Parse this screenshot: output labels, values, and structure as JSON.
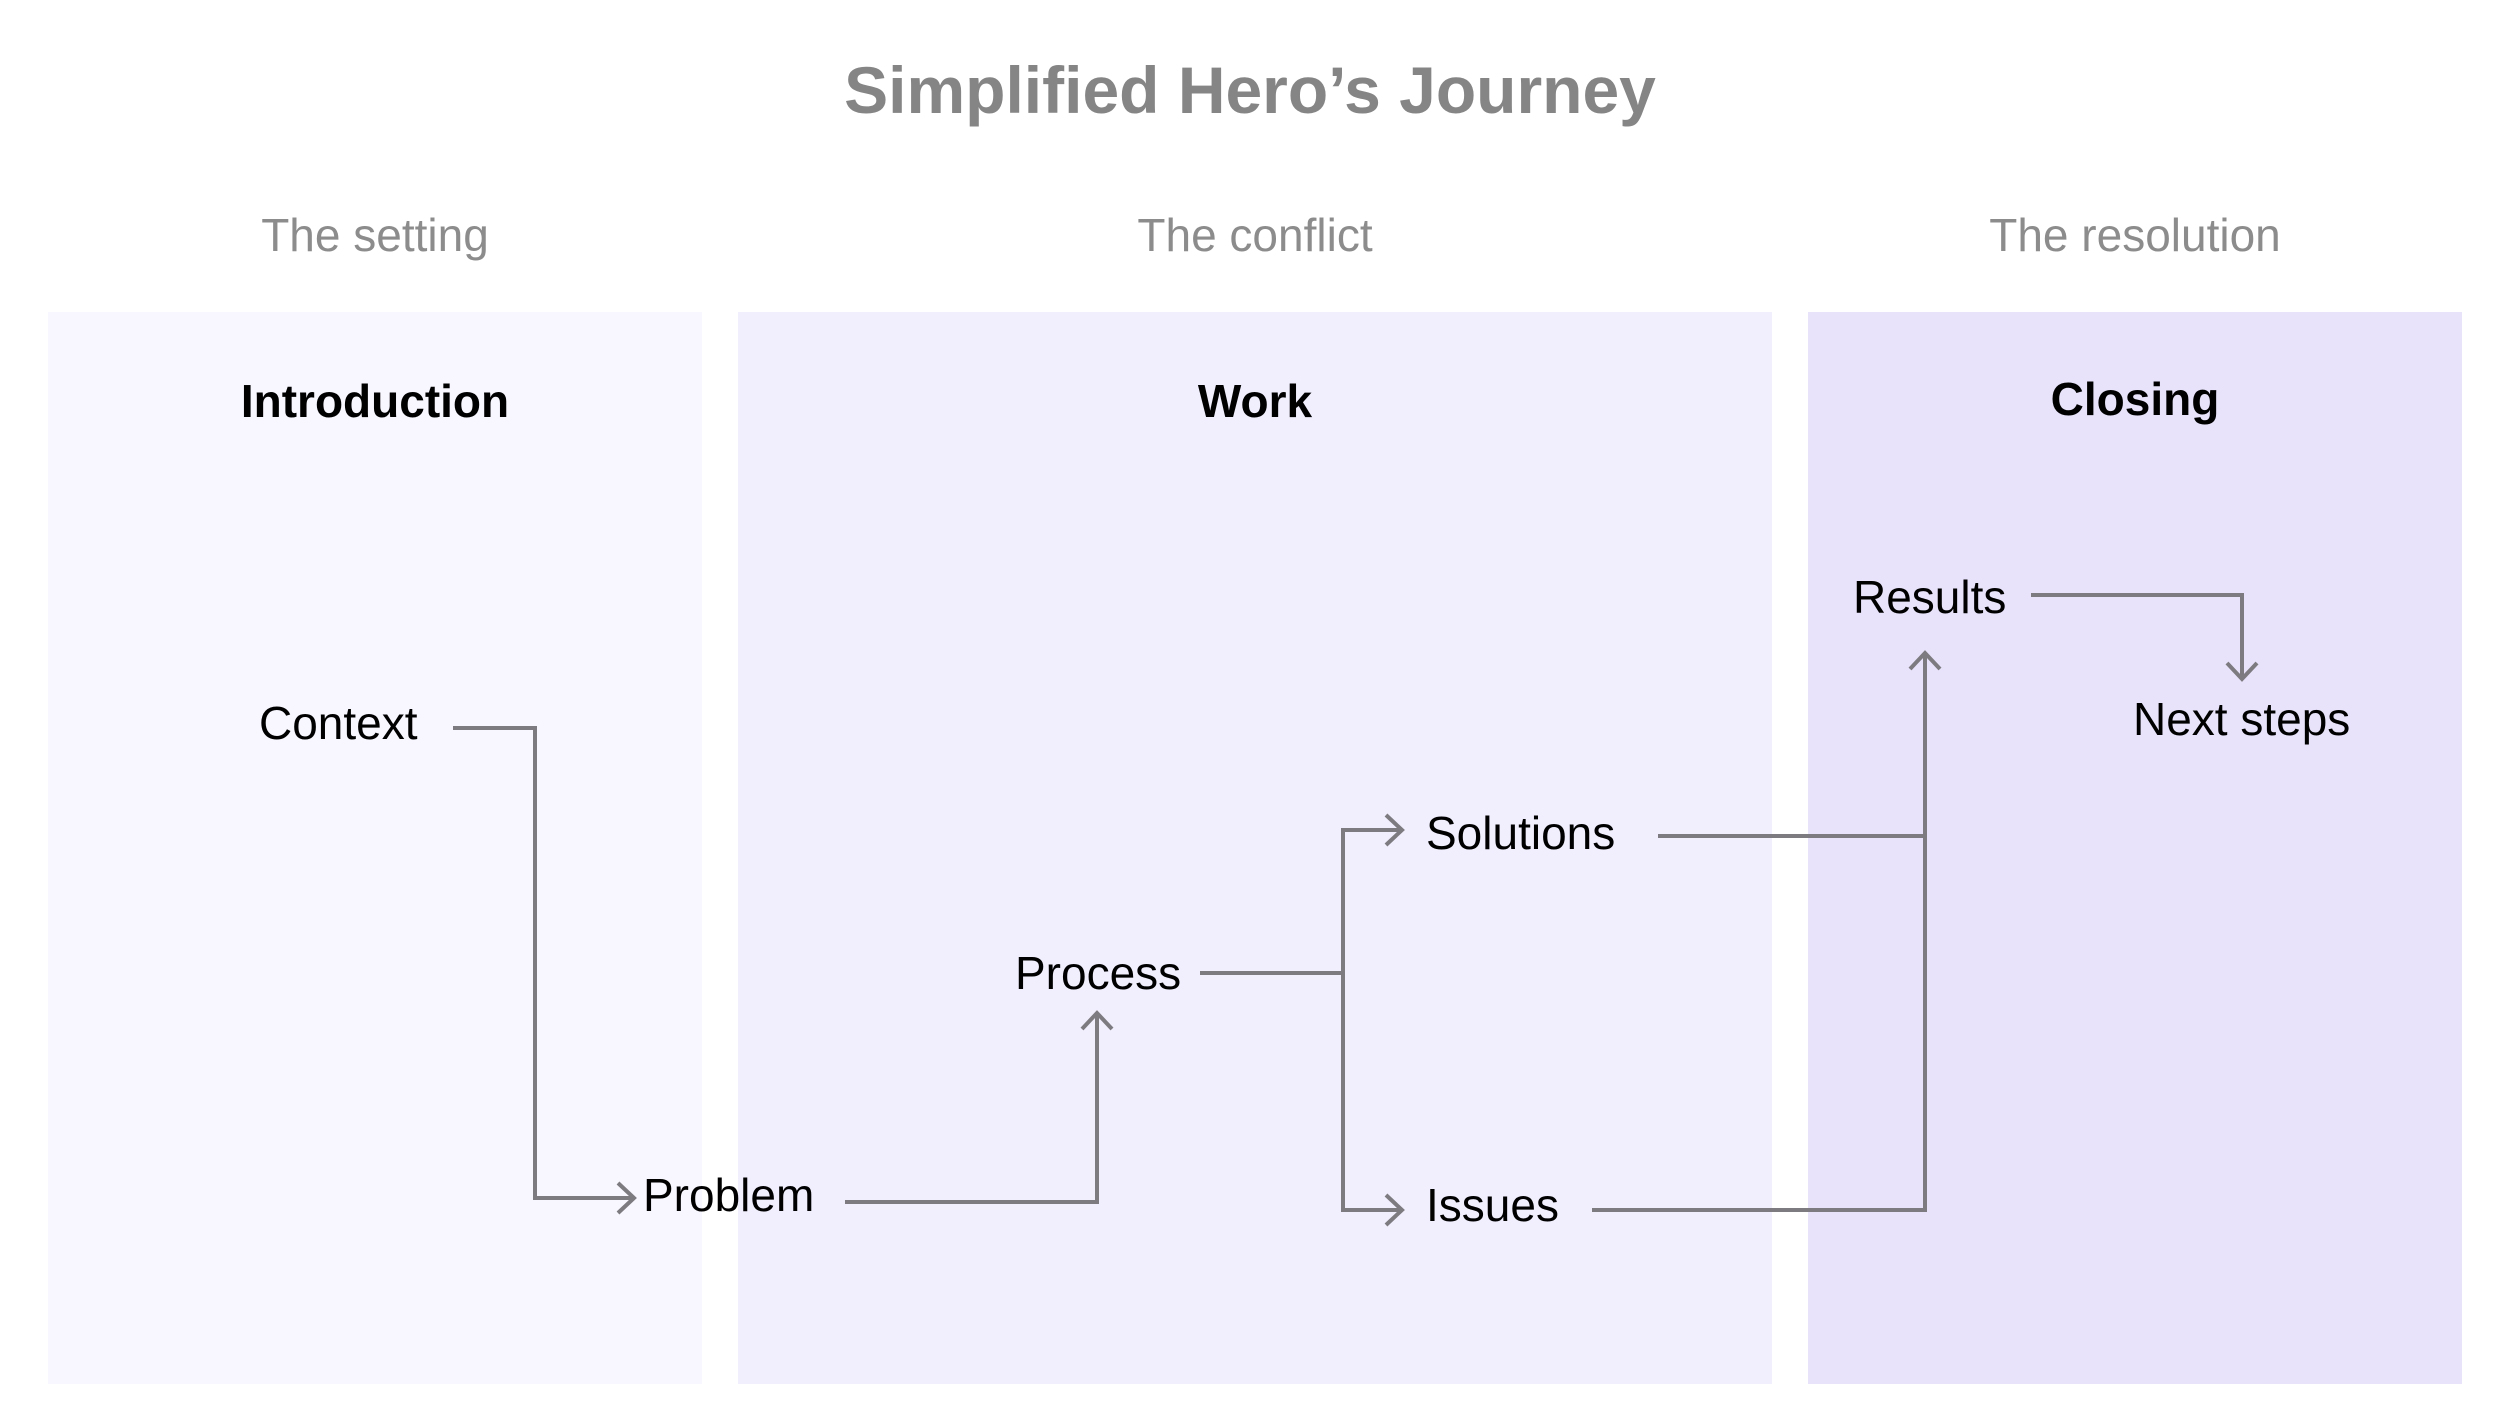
{
  "title": "Simplified Hero’s Journey",
  "acts": [
    {
      "label": "The setting",
      "section": "Introduction"
    },
    {
      "label": "The conflict",
      "section": "Work"
    },
    {
      "label": "The resolution",
      "section": "Closing"
    }
  ],
  "nodes": {
    "context": "Context",
    "problem": "Problem",
    "process": "Process",
    "solutions": "Solutions",
    "issues": "Issues",
    "results": "Results",
    "next_steps": "Next steps"
  },
  "colors": {
    "panel_setting": "#f8f6fe",
    "panel_conflict": "#f1eefd",
    "panel_resolution": "#e8e3fa",
    "connector": "#7d7b80",
    "muted_text": "#858585"
  }
}
